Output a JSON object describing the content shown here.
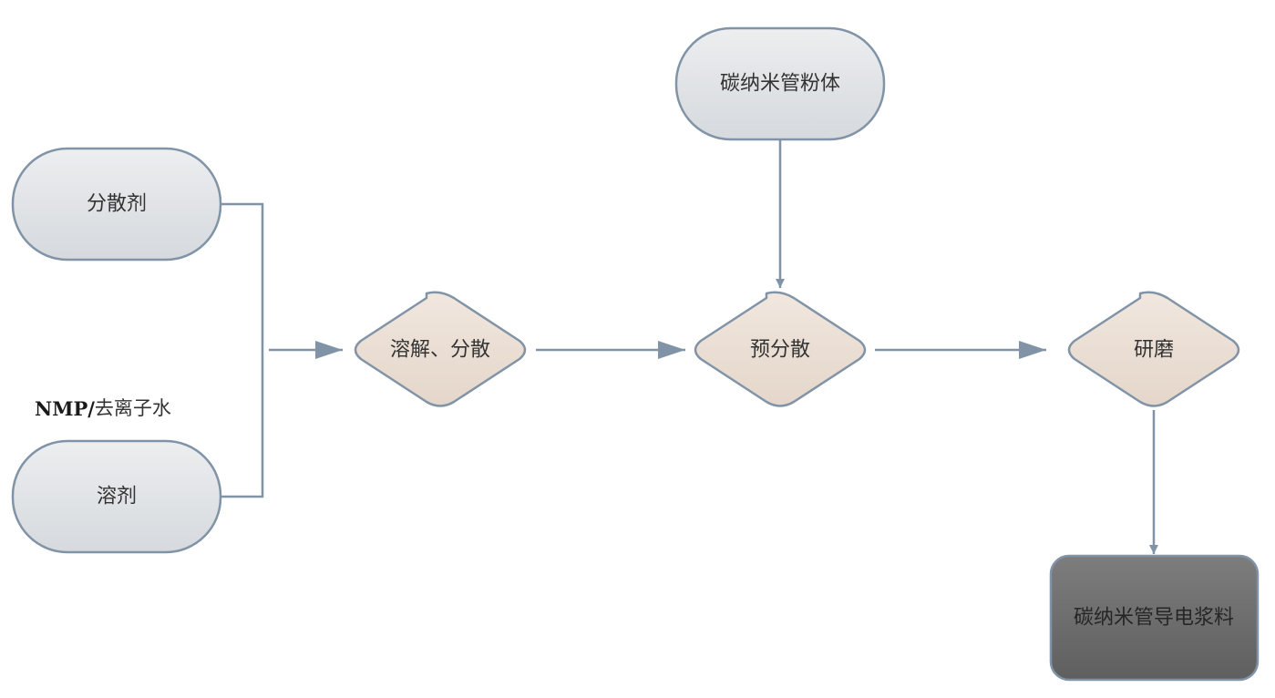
{
  "diagram": {
    "nodes": {
      "dispersant": {
        "label": "分散剂",
        "shape": "rounded-rect"
      },
      "solvent": {
        "label": "溶剂",
        "shape": "rounded-rect"
      },
      "cnt_powder": {
        "label": "碳纳米管粉体",
        "shape": "rounded-rect"
      },
      "dissolve_disperse": {
        "label": "溶解、分散",
        "shape": "diamond"
      },
      "pre_disperse": {
        "label": "预分散",
        "shape": "diamond"
      },
      "grinding": {
        "label": "研磨",
        "shape": "diamond"
      },
      "cnt_paste": {
        "label": "碳纳米管导电浆料",
        "shape": "rounded-rect"
      }
    },
    "solvent_note": {
      "bold": "NMP/",
      "normal": "去离子水"
    },
    "edges": [
      {
        "from": "dispersant",
        "to": "dissolve_disperse"
      },
      {
        "from": "solvent",
        "to": "dissolve_disperse"
      },
      {
        "from": "dissolve_disperse",
        "to": "pre_disperse"
      },
      {
        "from": "cnt_powder",
        "to": "pre_disperse"
      },
      {
        "from": "pre_disperse",
        "to": "grinding"
      },
      {
        "from": "grinding",
        "to": "cnt_paste"
      }
    ],
    "colors": {
      "input_fill": "#dfe1e4",
      "input_stroke": "#8193a6",
      "process_fill": "#ece0d6",
      "process_stroke": "#8193a6",
      "output_fill": "#6e6e6e",
      "connector": "#8193a6"
    }
  }
}
